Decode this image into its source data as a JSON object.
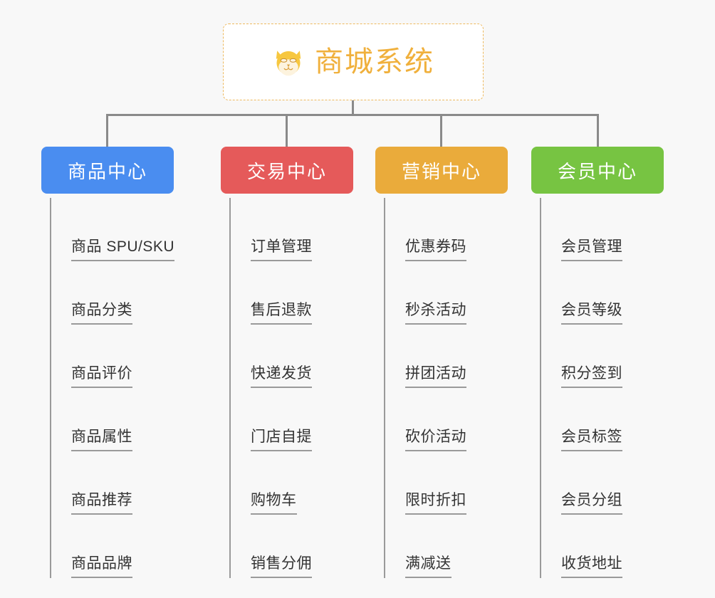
{
  "diagram": {
    "type": "mind-map",
    "background_color": "#f8f8f8",
    "root": {
      "title": "商城系统",
      "icon": "shiba-dog-face-emoji",
      "text_color": "#f0b03c",
      "border_color": "#edb95e",
      "background_color": "#ffffff"
    },
    "connector_color": "#8a8a8a",
    "branches": [
      {
        "label": "商品中心",
        "color": "#4a8df0",
        "items": [
          "商品 SPU/SKU",
          "商品分类",
          "商品评价",
          "商品属性",
          "商品推荐",
          "商品品牌"
        ]
      },
      {
        "label": "交易中心",
        "color": "#e55a5a",
        "items": [
          "订单管理",
          "售后退款",
          "快递发货",
          "门店自提",
          "购物车",
          "销售分佣"
        ]
      },
      {
        "label": "营销中心",
        "color": "#eaab3b",
        "items": [
          "优惠券码",
          "秒杀活动",
          "拼团活动",
          "砍价活动",
          "限时折扣",
          "满减送"
        ]
      },
      {
        "label": "会员中心",
        "color": "#77c442",
        "items": [
          "会员管理",
          "会员等级",
          "积分签到",
          "会员标签",
          "会员分组",
          "收货地址"
        ]
      }
    ]
  }
}
